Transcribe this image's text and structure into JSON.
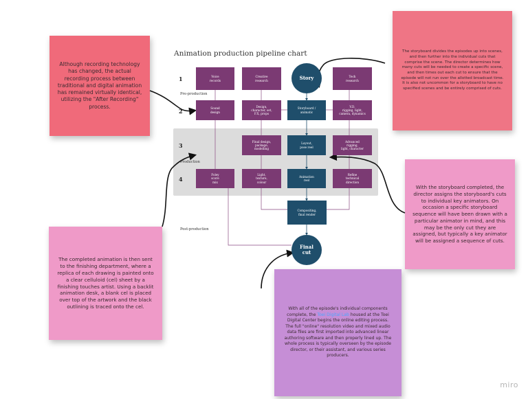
{
  "diagram": {
    "title": "Animation production pipeline chart",
    "rows": [
      "1",
      "2",
      "3",
      "4"
    ],
    "sections": {
      "pre": "Pre-production",
      "production": "Production",
      "post": "Post-production"
    },
    "nodes": {
      "voice": "Voice\nrecords",
      "creative": "Creative\nresearch",
      "story": "Story",
      "tech": "Tech\nresearch",
      "sound": "Sound\ndesign",
      "design": "Design,\ncharacter, set,\nF.X, props",
      "storyboard": "Storyboard /\nanimatic",
      "vd": "V.D.\nrigging, light,\ncamera, dynamics",
      "final_design": "Final design,\npackage,\nmodelling",
      "layout": "Layout,\npose reel",
      "advanced": "Advanced\nrigging,\nlight, character",
      "foley": "Foley\nscore\nmix",
      "light": "Light,\ntexture,\ncolour",
      "animation": "Animation\nreel",
      "refine": "Refine\ntechnical\ndirection",
      "compositing": "Compositing,\nfinal render",
      "final_cut": "Final\ncut"
    }
  },
  "notes": {
    "recording": "Although recording technology has changed, the actual recording process between traditional and digital animation has remained virtually identical, utilizing the \"After Recording\" process.",
    "storyboard": "The storyboard divides the episodes up into scenes, and then further into the individual cuts that comprise the scene. The director determines how many cuts will be needed to create a specific scene, and then times out each cut to ensure that the episode will not run over the allotted broadcast time. It is also not uncommon for a storyboard to have no specified scenes and be entirely comprised of cuts.",
    "key_animators": "With the storyboard completed, the director assigns the storyboard's cuts to individual key animators. On occasion a specific storyboard sequence will have been drawn with a particular animator in mind, and this may be the only cut they are assigned, but typically a key animator will be assigned a sequence of cuts.",
    "finishing": "The completed animation is then sent to the finishing department, where a replica of each drawing is painted onto a clear celluloid (cel) sheet by a finishing touches artist. Using a backlit animation desk, a blank cel is placed over top of the artwork and the black outlining is traced onto the cel.",
    "editing_before": "With all of the episode's individual components complete, the ",
    "editing_link": "Toei Digital Lab",
    "editing_after": " housed at the Toei Digital Center begins the online editing process. The full \"online\" resolution video and mixed audio data files are first imported into advanced linear authoring software and then properly lined up. The whole process is typically overseen by the episode director, or their assistant, and various series producers."
  },
  "colors": {
    "note_red": "#f06a7a",
    "note_salmon": "#ef7585",
    "note_pink": "#ef9ac8",
    "note_purple": "#c68ed6",
    "node_purple": "#7b3a73",
    "node_teal": "#1f4e6b"
  },
  "watermark": "miro"
}
